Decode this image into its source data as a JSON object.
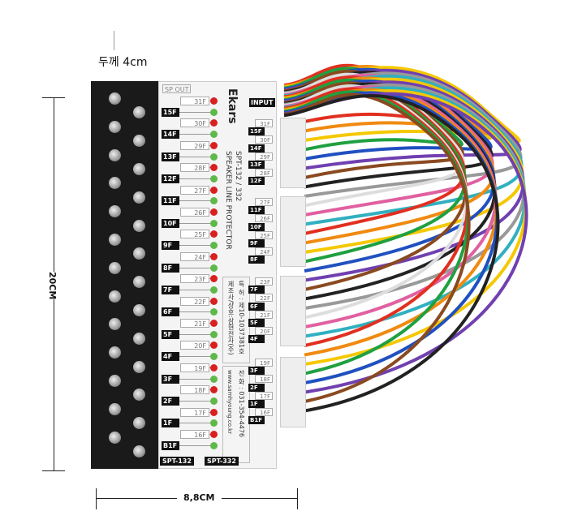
{
  "dimensions": {
    "thickness": "두께 4cm",
    "height": "20CM",
    "width": "8,8CM"
  },
  "panel": {
    "sp_out": "SP OUT",
    "input": "INPUT",
    "brand": "Ekars",
    "title1": "SPT-132 / 332",
    "title2": "SPEAKER LINE PROTECTOR",
    "patent": "특 허 : 제10-1037381호",
    "maker": "제조사/상호:삼현전자(주)",
    "phone": "전 화 : 031-354-4476",
    "web": "www.samhyoung.co.kr",
    "model_left": "SPT-132",
    "model_right": "SPT-332",
    "labels": [
      "31F",
      "15F",
      "30F",
      "14F",
      "29F",
      "13F",
      "28F",
      "12F",
      "27F",
      "11F",
      "26F",
      "10F",
      "25F",
      "9F",
      "24F",
      "8F",
      "23F",
      "7F",
      "22F",
      "6F",
      "21F",
      "5F",
      "20F",
      "4F",
      "19F",
      "3F",
      "18F",
      "2F",
      "17F",
      "1F",
      "16F",
      "B1F"
    ]
  },
  "colors": {
    "led_red": "#d82020",
    "led_green": "#5fb84a"
  }
}
